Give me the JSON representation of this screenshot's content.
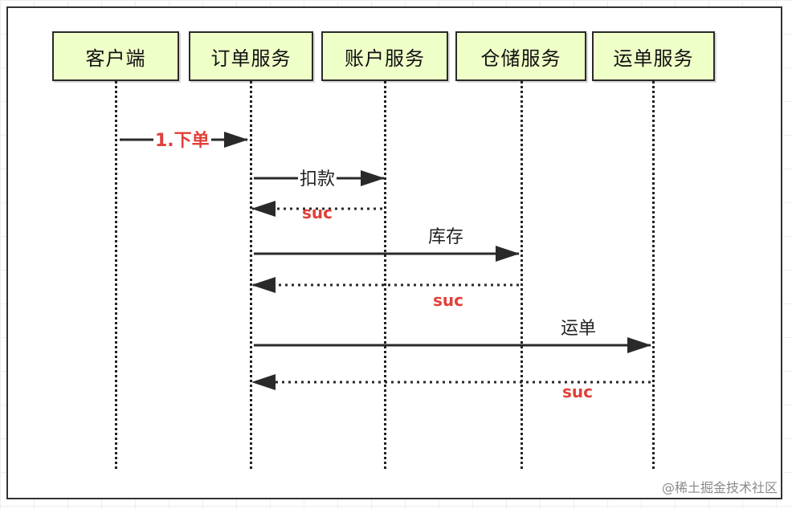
{
  "participants": [
    {
      "label": "客户端"
    },
    {
      "label": "订单服务"
    },
    {
      "label": "账户服务"
    },
    {
      "label": "仓储服务"
    },
    {
      "label": "运单服务"
    }
  ],
  "messages": [
    {
      "label": "1.下单",
      "from": 0,
      "to": 1,
      "style": "solid"
    },
    {
      "label": "扣款",
      "from": 1,
      "to": 2,
      "style": "solid"
    },
    {
      "label": "suc",
      "from": 2,
      "to": 1,
      "style": "dotted"
    },
    {
      "label": "库存",
      "from": 1,
      "to": 3,
      "style": "solid"
    },
    {
      "label": "suc",
      "from": 3,
      "to": 1,
      "style": "dotted"
    },
    {
      "label": "运单",
      "from": 1,
      "to": 4,
      "style": "solid"
    },
    {
      "label": "suc",
      "from": 4,
      "to": 1,
      "style": "dotted"
    }
  ],
  "watermark": "@稀土掘金技术社区",
  "colors": {
    "participant_fill": "#efffc8",
    "line": "#2a2a2a",
    "label_red": "#e0403a"
  }
}
